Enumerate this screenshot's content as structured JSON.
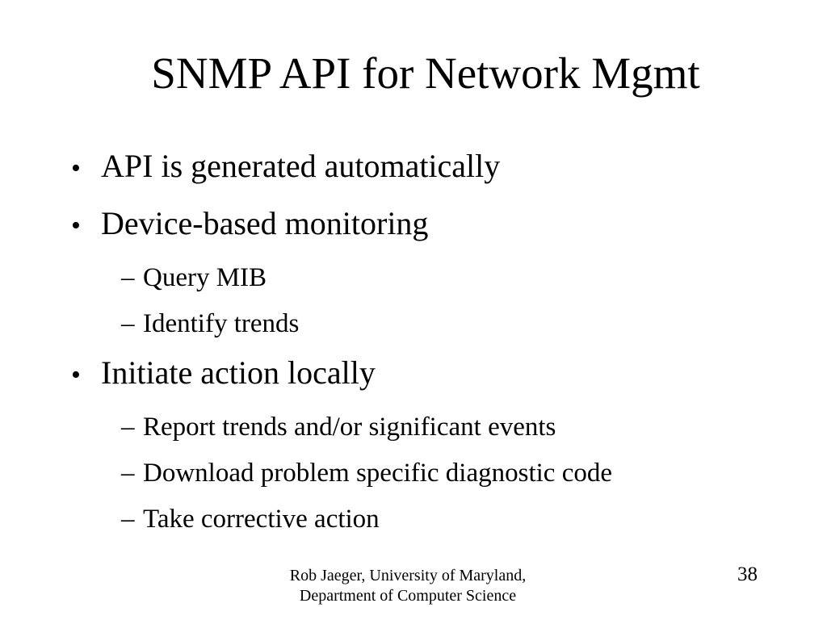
{
  "slide": {
    "title": "SNMP API for Network Mgmt",
    "bullet_glyphs": {
      "level1": "•",
      "level2": "–"
    },
    "bullets": [
      {
        "level": 1,
        "text": "API is generated automatically"
      },
      {
        "level": 1,
        "text": "Device-based monitoring"
      },
      {
        "level": 2,
        "text": "Query MIB"
      },
      {
        "level": 2,
        "text": "Identify trends"
      },
      {
        "level": 1,
        "text": "Initiate action locally"
      },
      {
        "level": 2,
        "text": "Report trends and/or significant events"
      },
      {
        "level": 2,
        "text": "Download problem specific diagnostic code"
      },
      {
        "level": 2,
        "text": "Take corrective action"
      }
    ],
    "footer": {
      "line1": "Rob Jaeger, University of Maryland,",
      "line2": "Department of Computer Science"
    },
    "page_number": "38",
    "colors": {
      "background": "#ffffff",
      "text": "#000000"
    }
  }
}
